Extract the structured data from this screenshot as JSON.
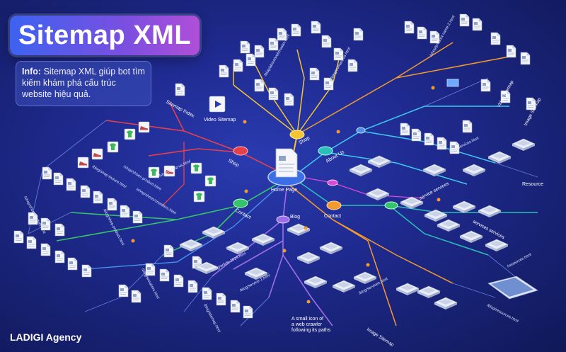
{
  "title": "Sitemap XML",
  "info": {
    "label": "Info:",
    "text": "Sitemap XML giúp bot tìm kiếm khám phá cấu trúc website hiệu quả."
  },
  "agency": "LADIGI Agency",
  "nodes": {
    "home": "Home Page",
    "shop_top": "Shop",
    "shop_left": "Shop",
    "about": "About Us",
    "contact_left": "Contact",
    "contact_center": "Contact",
    "blog": "Blog",
    "sitemap_index": "Sitemap Index",
    "video_sitemap_left": "Video Sitemap",
    "video_sitemap_right": "Video Sitemap",
    "image_sitemap_right": "Image Sitemap",
    "image_sitemap_bottom": "Image Sitemap",
    "resource": "Resource",
    "service_services": "service services",
    "services_services": "services services",
    "crawler_note": "A small icon of a web crawler following its paths"
  },
  "file_labels": [
    "/shop/shop-product.html",
    "/blog/shop-lecture.html",
    "/blog/shop-product.html",
    "/shop/shoes-product.html",
    "/shop/about-us.html",
    "/shop/shoes/sneakers.html",
    "/blog/about/webmaster.html",
    "/blog/contact-us.html",
    "/shop/product-name-2.html",
    "/blog/services.html",
    "/blog/sneakers.html",
    "/blog/article-2024.html",
    "/blog/service-1.html",
    "/blog/services.html",
    "/resources.html",
    "/blog/sitemap.html",
    "/blog/resources.html"
  ],
  "colors": {
    "red": "#e8404a",
    "orange": "#f29a2e",
    "yellow": "#f5c531",
    "green": "#36c46a",
    "teal": "#2ac0b8",
    "cyan": "#3ec8ee",
    "blue": "#4a8ff0",
    "purple": "#9b6ee8",
    "magenta": "#d84ad8"
  }
}
